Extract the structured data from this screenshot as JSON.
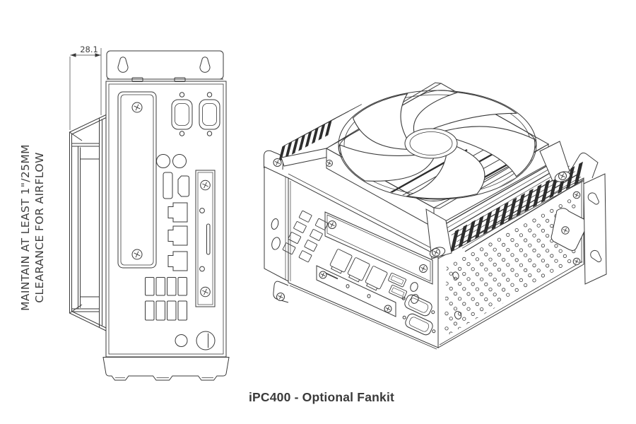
{
  "page": {
    "background": "#ffffff"
  },
  "drawing": {
    "line_color": "#3a3a3a",
    "fin_color": "#2d2d2d",
    "text_color": "#3f3f3f"
  },
  "front_view": {
    "dimension_label": "28.1",
    "clearance_note": {
      "line1": "MAINTAIN AT LEAST 1\"/25MM",
      "line2": "CLEARANCE FOR AIRFLOW"
    }
  },
  "caption": "iPC400 - Optional Fankit"
}
